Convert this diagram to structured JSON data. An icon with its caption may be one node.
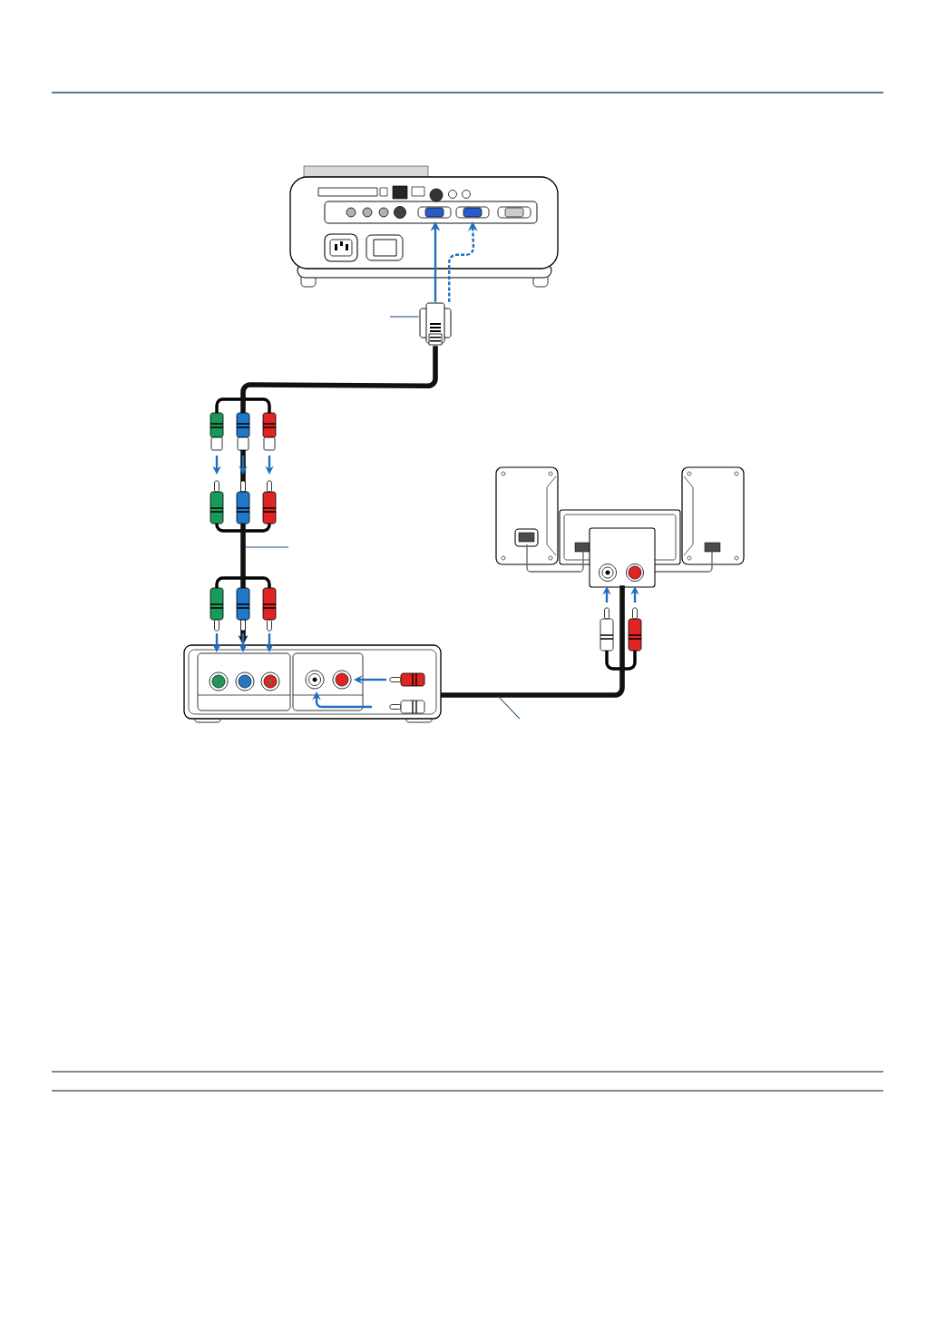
{
  "diagram": {
    "nodes": [
      {
        "text": [],
        "shape": "picture"
      },
      {
        "text": [],
        "shape": "picture"
      },
      {
        "text": [],
        "shape": "picture"
      },
      {
        "text": [],
        "shape": "picture"
      }
    ],
    "edges": [
      {
        "from": 1,
        "to": 0,
        "arrow": "to",
        "color": "#1e6fc0"
      },
      {
        "from": 1,
        "to": 0,
        "arrow": "to",
        "style": "dashed",
        "color": "#1e6fc0"
      },
      {
        "from": 1,
        "to": 2,
        "arrow": "to",
        "style": "thick",
        "color": "#111111"
      },
      {
        "from": 2,
        "to": 3,
        "arrow": "none",
        "style": "thick",
        "color": "#111111"
      },
      {
        "from": null,
        "to": 1,
        "arrow": "none",
        "color": "#1f4e79"
      }
    ]
  }
}
